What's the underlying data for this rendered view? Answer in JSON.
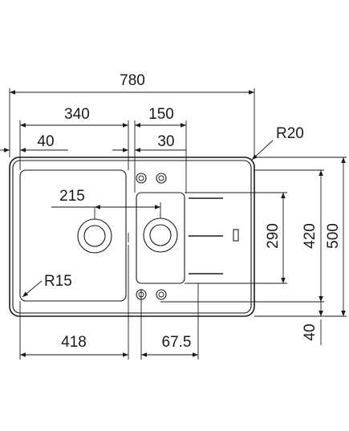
{
  "drawing": {
    "dimensions": {
      "overall_width": "780",
      "left_bowl_width": "340",
      "right_bowl_width": "150",
      "left_offset": "40",
      "mid_offset": "30",
      "corner_radius_outer": "R20",
      "waste_spacing": "215",
      "drainer_height": "290",
      "inner_height": "420",
      "overall_height": "500",
      "corner_radius_bowl": "R15",
      "left_bowl_inner": "418",
      "right_bowl_inner": "67.5",
      "bottom_margin": "40"
    }
  }
}
